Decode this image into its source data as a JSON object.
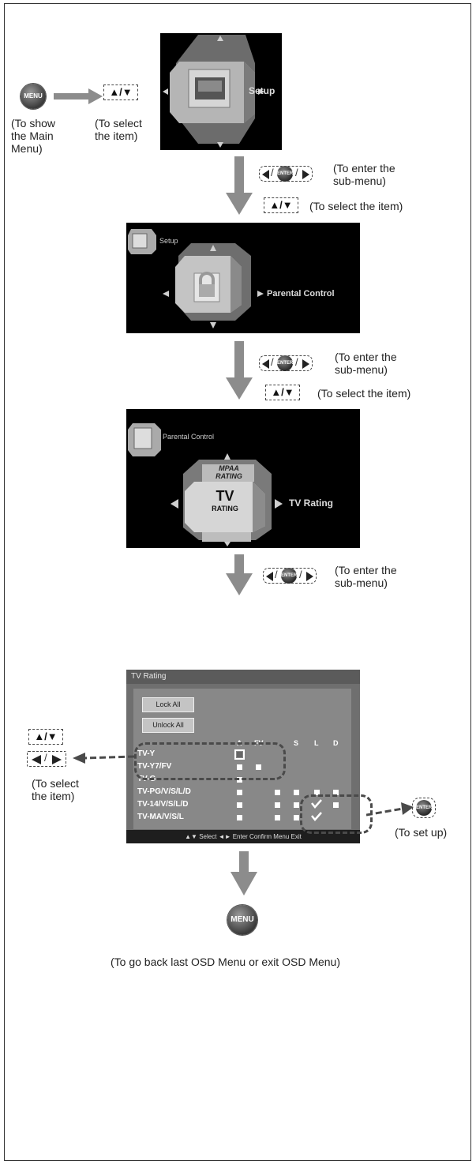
{
  "notes": {
    "show_main_menu": [
      "(To show",
      "the Main",
      "Menu)"
    ],
    "select_item_1": [
      "(To select",
      "the item)"
    ],
    "enter_submenu_1": [
      "(To enter the",
      "sub-menu)"
    ],
    "select_item_2": "(To select the item)",
    "enter_submenu_2": [
      "(To enter the",
      "sub-menu)"
    ],
    "select_item_3": "(To select the item)",
    "enter_submenu_3": [
      "(To enter the",
      "sub-menu)"
    ],
    "select_item_4": [
      "(To select",
      "the item)"
    ],
    "set_up": "(To set up)",
    "go_back": "(To go back last OSD Menu or exit OSD Menu)"
  },
  "buttons": {
    "menu": "MENU",
    "enter": "ENTER",
    "up_down": "▲/▼"
  },
  "screens": {
    "setup_label": "Setup",
    "parental_breadcrumb": "Setup",
    "parental_label": "Parental Control",
    "tvrating_breadcrumb": "Parental Control",
    "tvrating_label": "TV Rating",
    "tvrating_cube_line1": "TV",
    "tvrating_cube_line2": "RATING",
    "mpaa_line1": "MPAA",
    "mpaa_line2": "RATING"
  },
  "tv_rating_menu": {
    "title": "TV Rating",
    "lock_all": "Lock All",
    "unlock_all": "Unlock All",
    "columns": [
      "A",
      "FV",
      "S",
      "L",
      "D"
    ],
    "rows": [
      "TV-Y",
      "TV-Y7/FV",
      "TV-G",
      "TV-PG/V/S/L/D",
      "TV-14/V/S/L/D",
      "TV-MA/V/S/L"
    ],
    "footer": "▲▼ Select   ◄► Enter Confirm   Menu Exit"
  },
  "colors": {
    "arrow_gray": "#8c8c8c",
    "screen_black": "#000000",
    "menu_gray": "#6f6f6f"
  }
}
